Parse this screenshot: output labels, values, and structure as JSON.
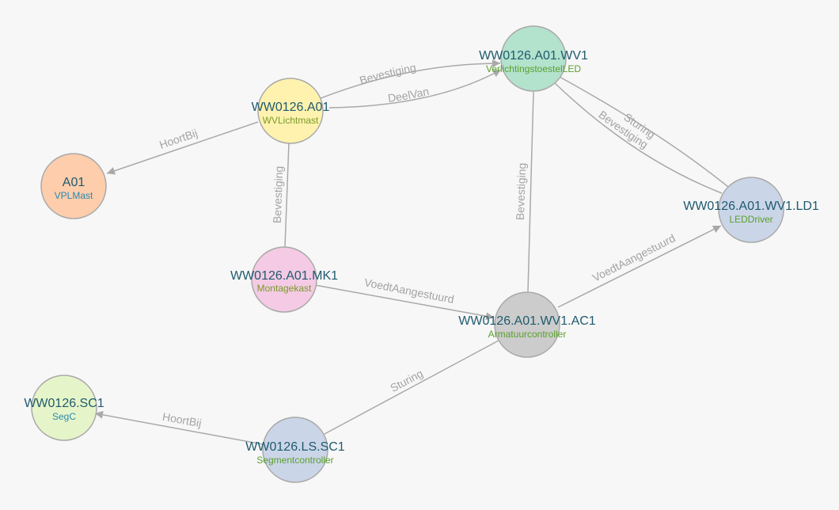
{
  "nodes": {
    "wv1": {
      "id": "WW0126.A01.WV1",
      "type": "VerlichtingstoestelLED",
      "fill": "#b3e2cd",
      "type_color": "#5aa02c"
    },
    "a01m": {
      "id": "WW0126.A01",
      "type": "WVLichtmast",
      "fill": "#fff2ae",
      "type_color": "#7a9a2a"
    },
    "a01": {
      "id": "A01",
      "type": "VPLMast",
      "fill": "#fdcdac",
      "type_color": "#2a8ab0"
    },
    "ld1": {
      "id": "WW0126.A01.WV1.LD1",
      "type": "LEDDriver",
      "fill": "#cbd5e8",
      "type_color": "#5aa02c"
    },
    "mk1": {
      "id": "WW0126.A01.MK1",
      "type": "Montagekast",
      "fill": "#f4cae4",
      "type_color": "#7a9a2a"
    },
    "ac1": {
      "id": "WW0126.A01.WV1.AC1",
      "type": "Armatuurcontroller",
      "fill": "#cccccc",
      "type_color": "#5aa02c"
    },
    "sc1": {
      "id": "WW0126.SC1",
      "type": "SegC",
      "fill": "#e6f5c9",
      "type_color": "#2a8ab0"
    },
    "lssc": {
      "id": "WW0126.LS.SC1",
      "type": "Segmentcontroller",
      "fill": "#cbd5e8",
      "type_color": "#5aa02c"
    }
  },
  "edges": {
    "bevestiging_wv1": "Bevestiging",
    "deelvan": "DeelVan",
    "hoortbij_a01": "HoortBij",
    "bevestiging_mk1": "Bevestiging",
    "bevestiging_ac1": "Bevestiging",
    "sturing_ld1": "Sturing",
    "bevestiging_ld1": "Bevestiging",
    "voedt_ld1": "VoedtAangestuurd",
    "voedt_ac1": "VoedtAangestuurd",
    "sturing_ac1": "Sturing",
    "hoortbij_sc1": "HoortBij"
  },
  "colors": {
    "edge": "#a9a9a9",
    "edge_label": "#a3a3a3",
    "node_id": "#1f5a6e",
    "background": "#f7f7f7"
  }
}
